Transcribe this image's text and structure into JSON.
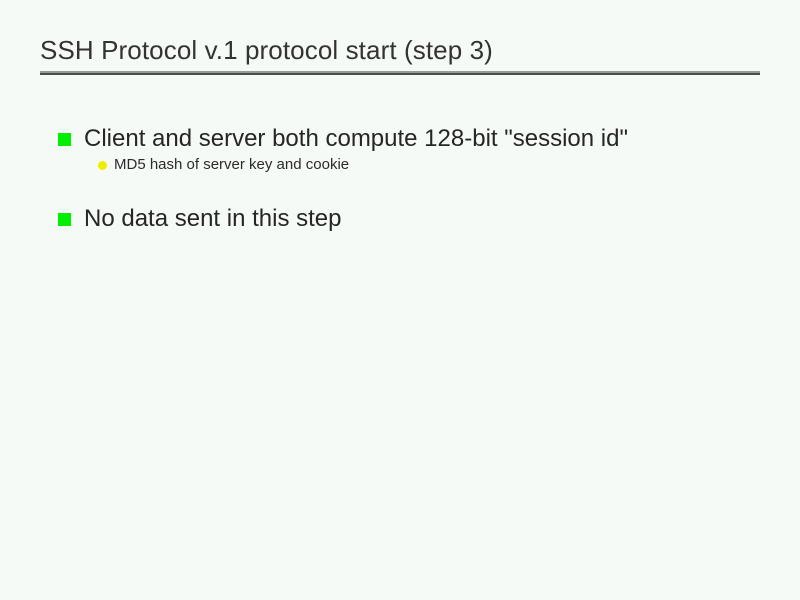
{
  "slide": {
    "title": "SSH Protocol v.1 protocol start (step 3)",
    "background_color": "#f5faf6",
    "title_color": "#333333",
    "rule": {
      "name": "title-divider",
      "color": "#939d98",
      "shadow_color": "#4c4c4c"
    },
    "bullets": [
      {
        "level": 1,
        "marker": "green-square-bullet-icon",
        "marker_color": "#00ee00",
        "text": "Client and server both compute 128-bit \"session id\"",
        "children": [
          {
            "level": 2,
            "marker": "yellow-circle-bullet-icon",
            "marker_color": "#eeee00",
            "text": "MD5 hash of server key and cookie"
          }
        ]
      },
      {
        "level": 1,
        "marker": "green-square-bullet-icon",
        "marker_color": "#00ee00",
        "text": "No data sent in this step",
        "children": []
      }
    ]
  }
}
